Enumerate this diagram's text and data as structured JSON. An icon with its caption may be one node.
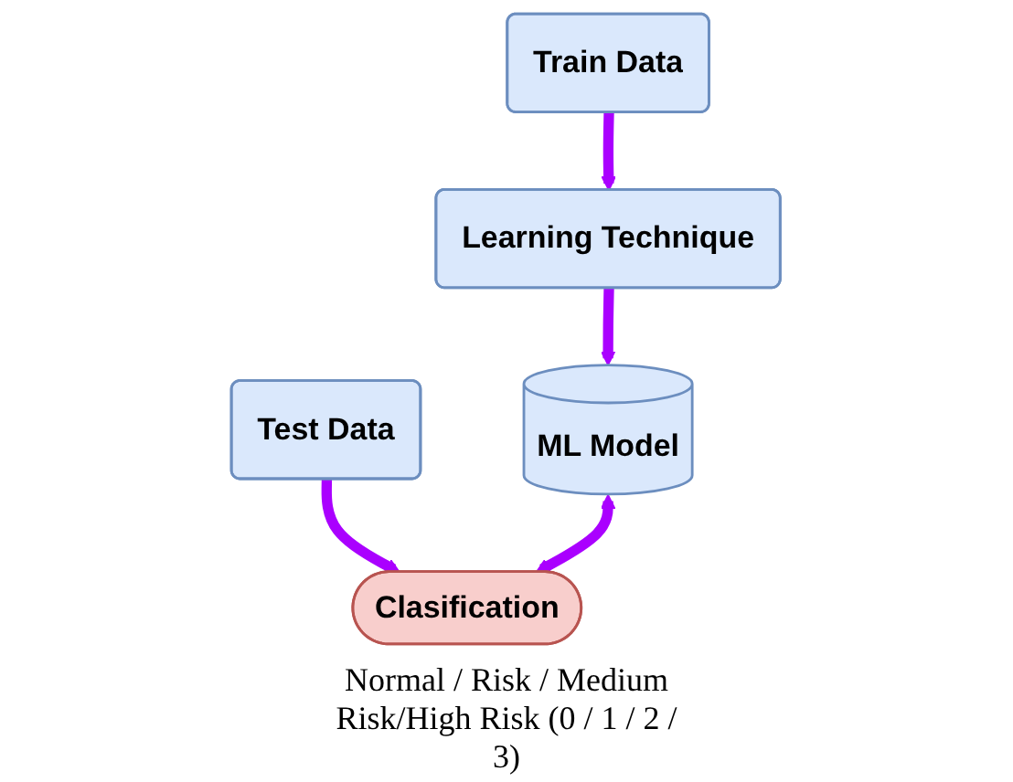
{
  "diagram": {
    "nodes": [
      {
        "text": [
          "Train Data"
        ]
      },
      {
        "text": [
          "Learning Technique"
        ]
      },
      {
        "text": [
          "ML Model"
        ]
      },
      {
        "text": [
          "Test Data"
        ]
      },
      {
        "text": [
          "Clasification"
        ],
        "beside": [
          "Normal / Risk / Medium Risk/High Risk (0 / 1 / 2 / 3)"
        ]
      }
    ],
    "edges": [
      {
        "from": 0,
        "to": 1,
        "arrow": "to"
      },
      {
        "from": 1,
        "to": 2,
        "arrow": "to"
      },
      {
        "from": 3,
        "to": 4,
        "arrow": "to"
      },
      {
        "from": 2,
        "to": 4,
        "arrow": "both"
      }
    ]
  }
}
